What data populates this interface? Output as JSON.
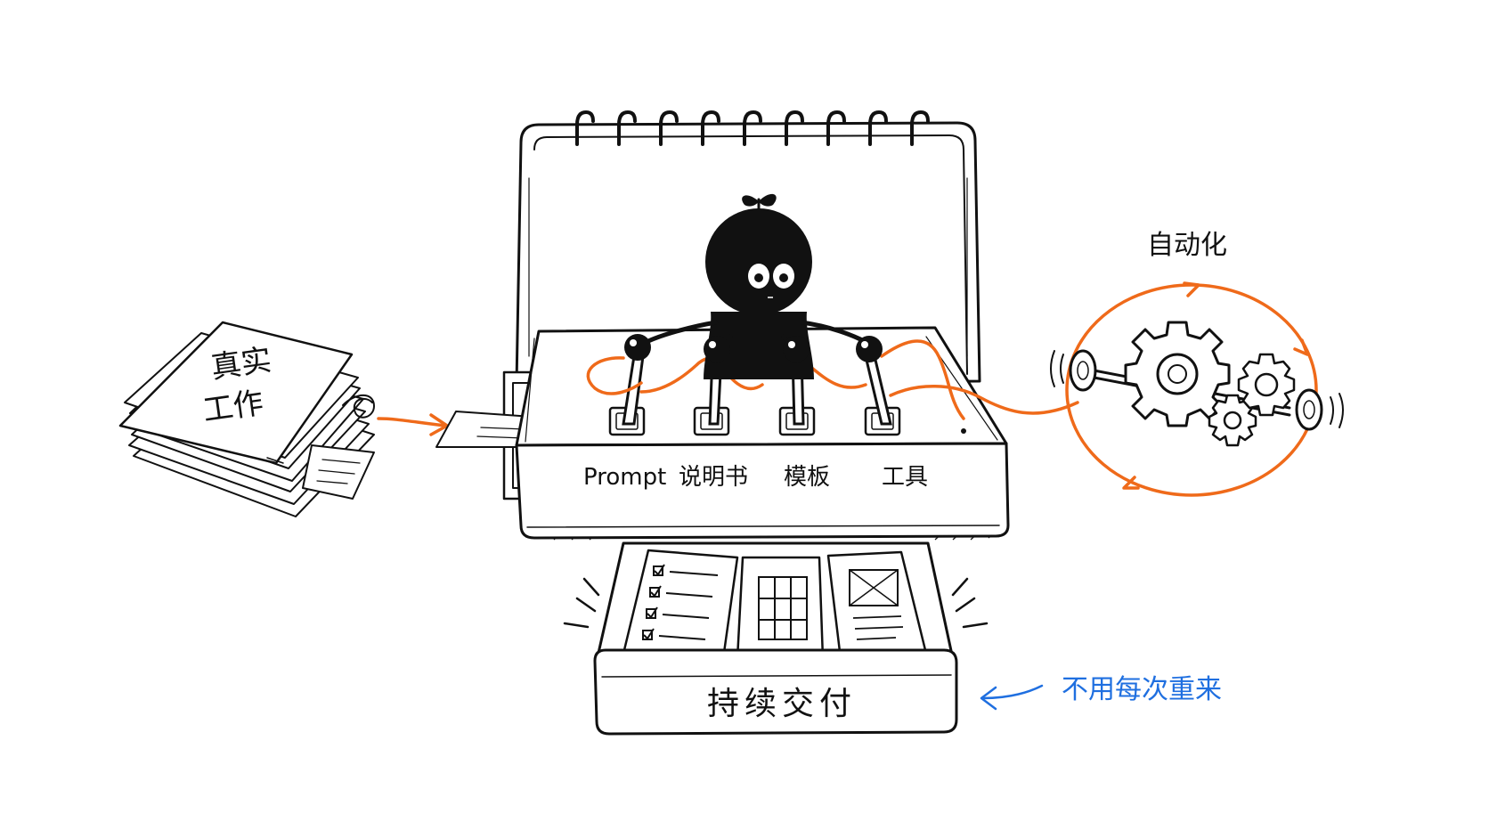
{
  "paper_stack": {
    "label_line1": "真实",
    "label_line2": "工作"
  },
  "machine": {
    "switches": [
      "Prompt",
      "说明书",
      "模板",
      "工具"
    ]
  },
  "automation": {
    "label": "自动化"
  },
  "output_tray": {
    "label": "持续交付"
  },
  "side_note": {
    "text": "不用每次重来"
  },
  "colors": {
    "ink": "#111111",
    "wire_orange": "#ef6a1a",
    "note_blue": "#1f6fe0",
    "paper": "#ffffff"
  },
  "icons": {
    "character": "sprout-head-robot-icon",
    "gears": "gear-cluster-icon",
    "rings": "spiral-binding-icon",
    "checklist": "checklist-icon",
    "grid": "grid-sheet-icon",
    "wireframe": "wireframe-sheet-icon"
  }
}
